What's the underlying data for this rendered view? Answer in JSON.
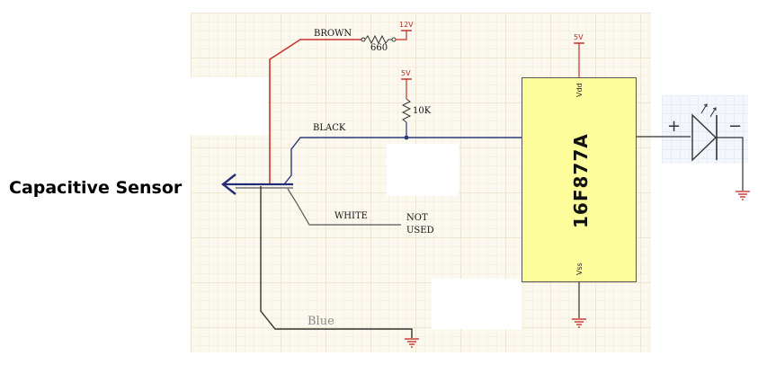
{
  "sensor": {
    "label": "Capacitive Sensor"
  },
  "wires": {
    "brown": "BROWN",
    "black": "BLACK",
    "white": "WHITE",
    "blue": "Blue"
  },
  "not_used": {
    "line1": "NOT",
    "line2": "USED"
  },
  "supplies": {
    "v12": "12V",
    "v5_pullup": "5V",
    "v5_vdd": "5V"
  },
  "resistors": {
    "series": "660",
    "pullup": "10K"
  },
  "chip": {
    "name": "16F877A",
    "vdd_pin": "Vdd",
    "vss_pin": "Vss"
  },
  "led": {
    "plus": "+",
    "minus": "−"
  },
  "colors": {
    "brown_wire": "#c8322b",
    "signal_wire": "#2b3a7a",
    "white_wire": "#555555",
    "ground_wire": "#333333",
    "chip_fill": "#fdfd9b",
    "power_symbol": "#c8322b"
  }
}
